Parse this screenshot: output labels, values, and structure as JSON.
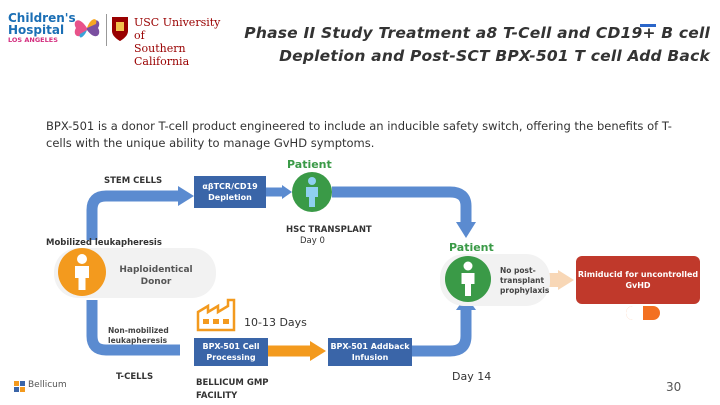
{
  "logos": {
    "chla_line1": "Children's",
    "chla_line2": "Hospital",
    "chla_line3": "LOS ANGELES",
    "usc_line1": "USC University of",
    "usc_line2": "Southern California"
  },
  "title": {
    "line1": "Phase II Study Treatment  a8 T-Cell and CD19+ B cell",
    "line2": "Depletion and Post-SCT BPX-501 T cell Add Back"
  },
  "intro": "BPX-501 is a donor T-cell product engineered to include an inducible safety switch, offering the benefits of T-cells with the unique ability to manage GvHD symptoms.",
  "diagram": {
    "stem_cells": "STEM CELLS",
    "depletion_box": "αβTCR/CD19 Depletion",
    "patient_top": "Patient",
    "hsc_transplant": "HSC TRANSPLANT",
    "day0": "Day 0",
    "mobilized": "Mobilized leukapheresis",
    "patient_right": "Patient",
    "donor_label": "Haploidentical Donor",
    "no_prophylaxis": "No post-transplant prophylaxis",
    "rimiducid": "Rimiducid for uncontrolled GvHD",
    "non_mobilized": "Non-mobilized leukapheresis",
    "days_10_13": "10-13 Days",
    "processing_box": "BPX-501 Cell Processing",
    "addback_box": "BPX-501 Addback Infusion",
    "t_cells": "T-CELLS",
    "gmp": "BELLICUM GMP FACILITY",
    "day14": "Day 14"
  },
  "footer": {
    "bellicum": "Bellicum",
    "page_number": "30"
  },
  "colors": {
    "blue": "#3a65a8",
    "arrow_blue": "#5b8bd0",
    "green": "#3a9a47",
    "orange": "#f39a1e",
    "red": "#c0392b"
  }
}
